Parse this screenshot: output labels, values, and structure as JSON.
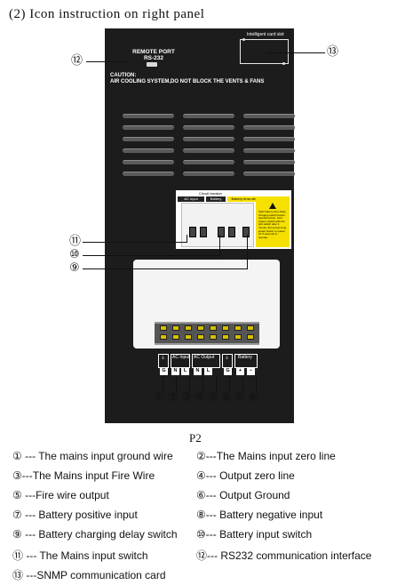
{
  "heading": "(2) Icon instruction on right panel",
  "panel": {
    "port_label": "REMOTE PORT\nRS-232",
    "caution": "CAUTION:\nAIR COOLING SYSTEM,DO NOT BLOCK THE VENTS & FANS",
    "card_slot_label": "Intelligent card slot",
    "breaker_title": "Circuit breaker",
    "breaker_tabs": [
      "AC Input",
      "Battery",
      "Battery time-delay charging switch"
    ],
    "warning_text": "Start battery time delay charging switch before operating then, start system switch with the grid switch after 1 minute, then press long power button on panel for 5 seconds to operate.",
    "terminal_groups": [
      "AC Input",
      "AC Output",
      "Battery"
    ],
    "terminal_cells": [
      "G",
      "N",
      "L",
      "N",
      "L",
      "G",
      "+",
      "−"
    ]
  },
  "callouts": [
    "①",
    "②",
    "③",
    "④",
    "⑤",
    "⑥",
    "⑦",
    "⑧",
    "⑨",
    "⑩",
    "⑪",
    "⑫",
    "⑬"
  ],
  "caption": "P2",
  "legend": [
    {
      "num": "①",
      "text": " --- The mains input ground wire"
    },
    {
      "num": "②",
      "text": "---The Mains input zero line"
    },
    {
      "num": "③",
      "text": "---The Mains input Fire Wire"
    },
    {
      "num": "④",
      "text": "--- Output zero line"
    },
    {
      "num": "⑤",
      "text": " ---Fire wire output"
    },
    {
      "num": "⑥",
      "text": "--- Output Ground"
    },
    {
      "num": "⑦",
      "text": " --- Battery positive input"
    },
    {
      "num": "⑧",
      "text": "--- Battery negative input"
    },
    {
      "num": "⑨",
      "text": " --- Battery charging delay switch"
    },
    {
      "num": "⑩",
      "text": "--- Battery input switch"
    },
    {
      "num": "⑪",
      "text": " --- The Mains input switch"
    },
    {
      "num": "⑫",
      "text": "--- RS232 communication interface"
    },
    {
      "num": "⑬",
      "text": " ---SNMP communication card"
    }
  ],
  "colors": {
    "panel": "#1c1c1c",
    "warning": "#f5e000",
    "terminal": "#d4c000"
  }
}
